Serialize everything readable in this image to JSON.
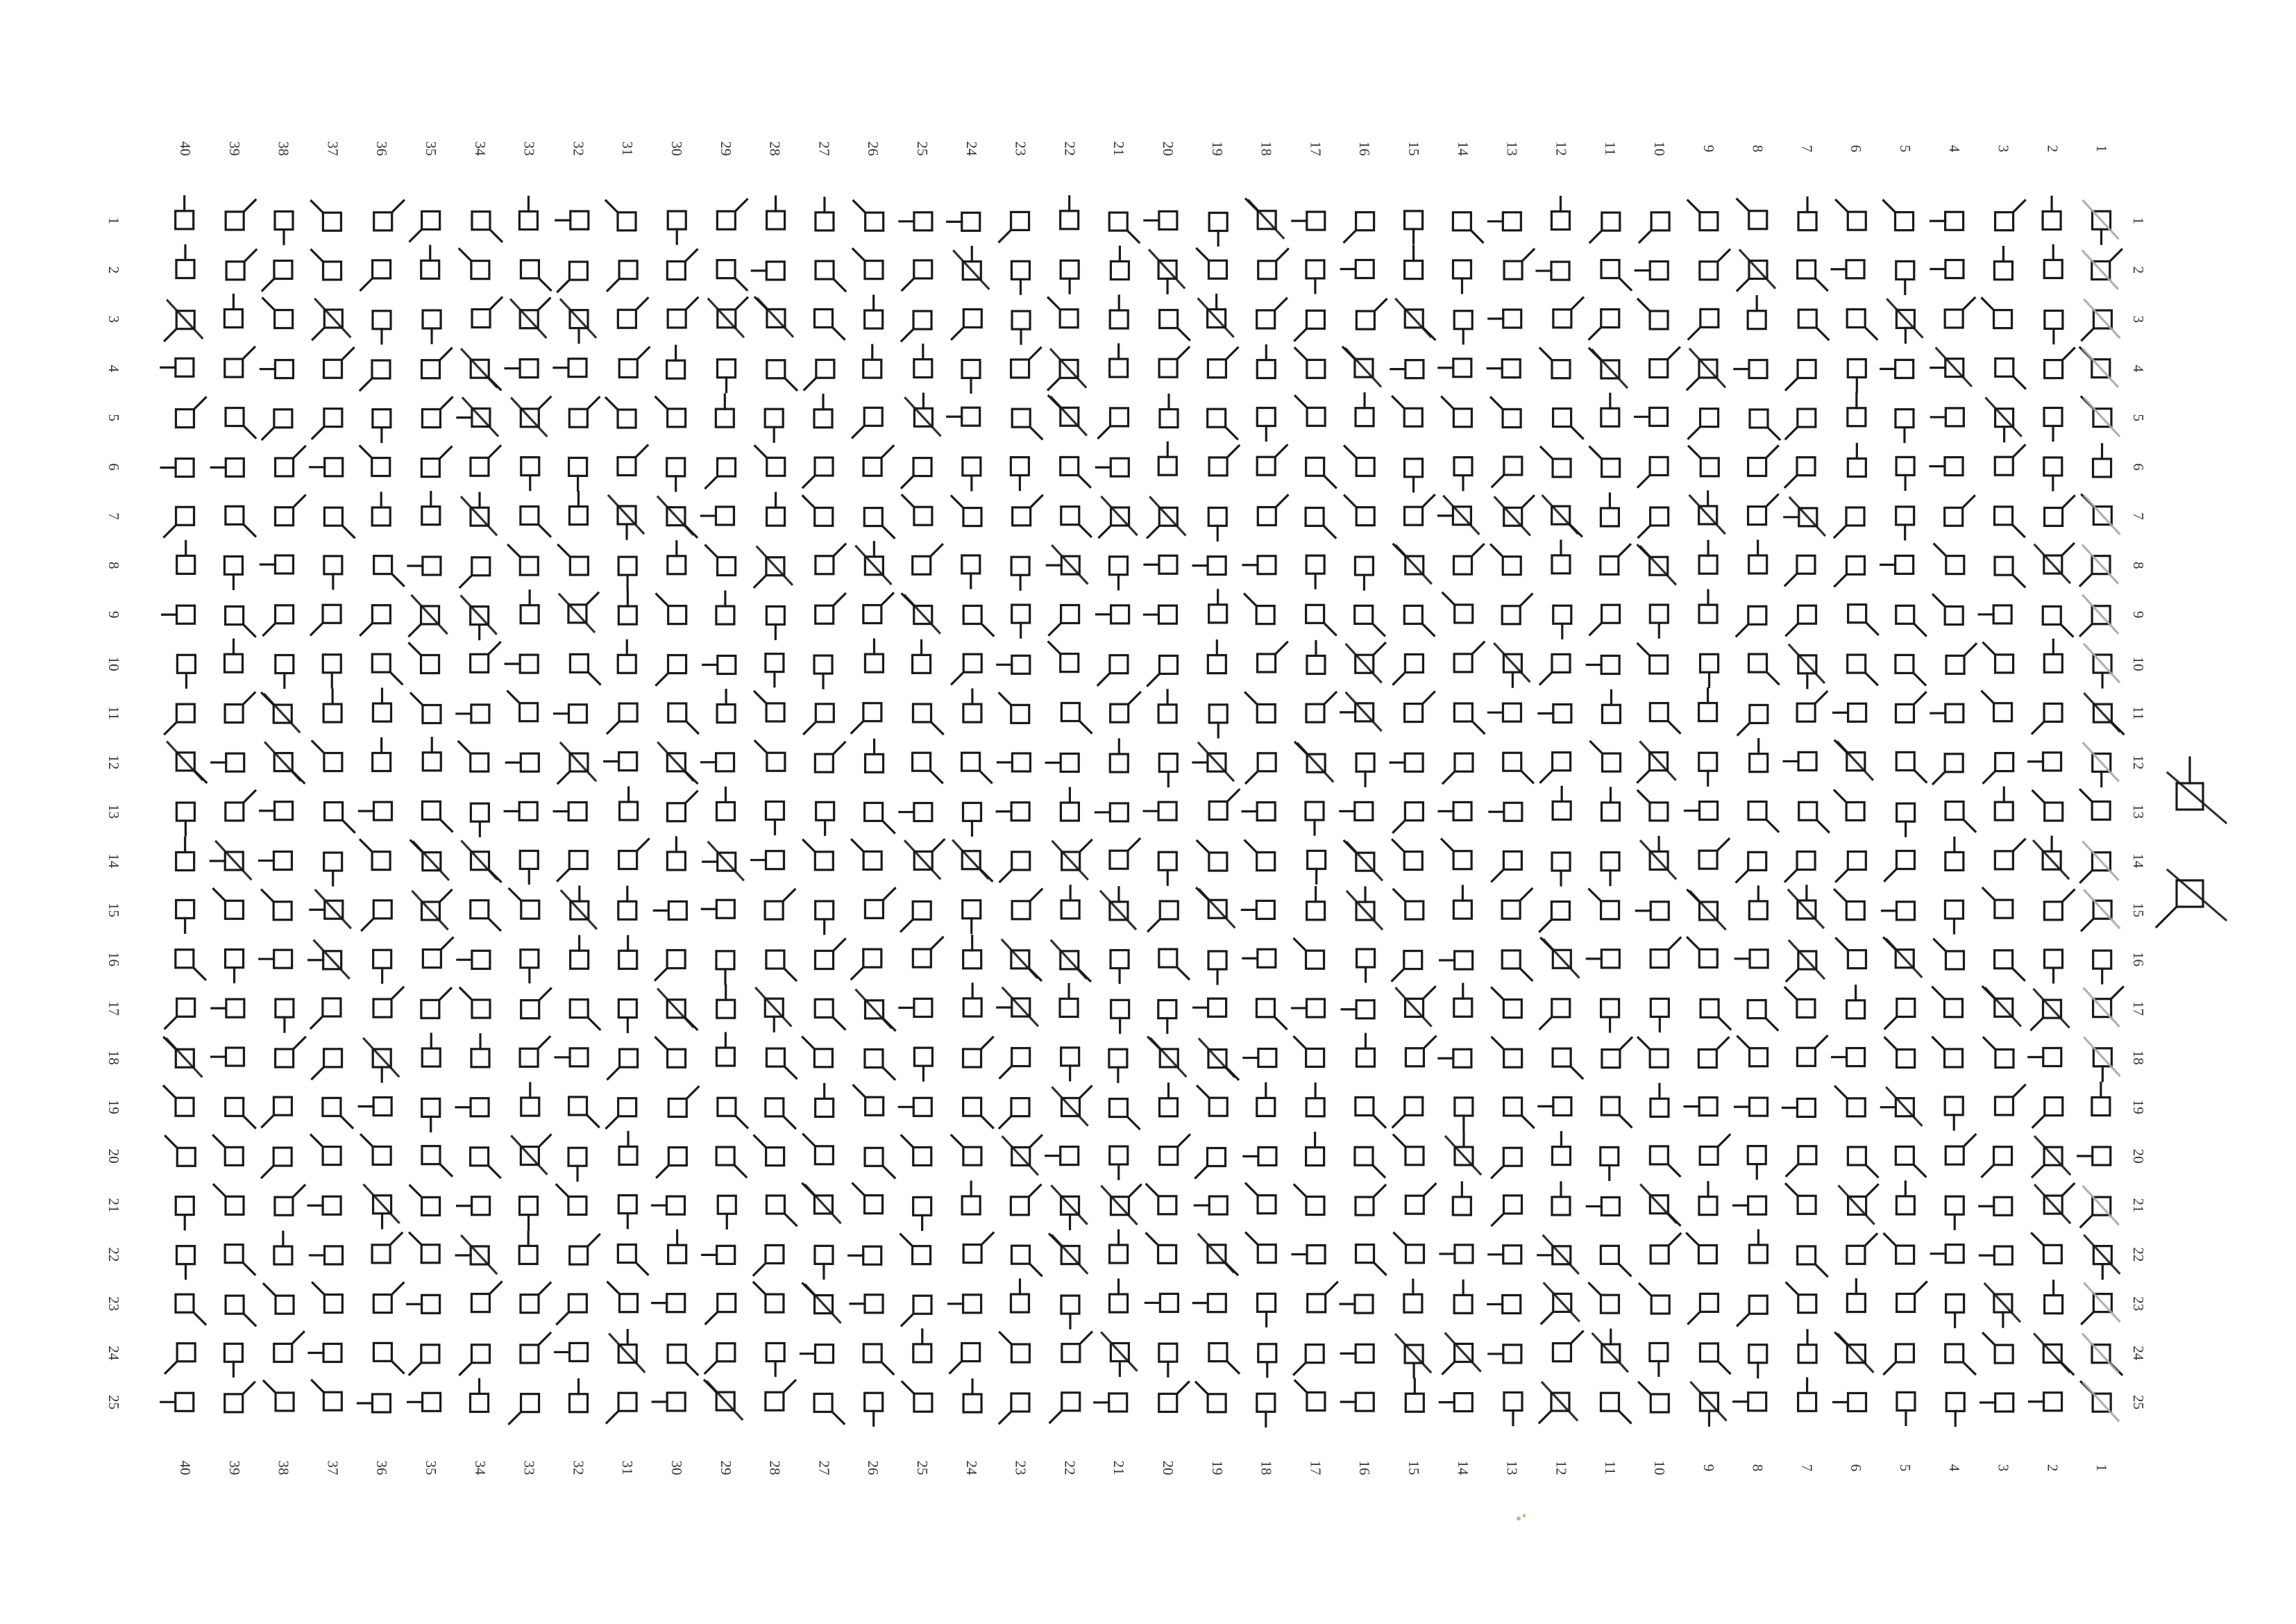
{
  "sheet": {
    "columns": 40,
    "rows": 25,
    "column_labels": [
      "40",
      "39",
      "38",
      "37",
      "36",
      "35",
      "34",
      "33",
      "32",
      "31",
      "30",
      "29",
      "28",
      "27",
      "26",
      "25",
      "24",
      "23",
      "22",
      "21",
      "20",
      "19",
      "18",
      "17",
      "16",
      "15",
      "14",
      "13",
      "12",
      "11",
      "10",
      "9",
      "8",
      "7",
      "6",
      "5",
      "4",
      "3",
      "2",
      "1"
    ],
    "row_labels": [
      "1",
      "2",
      "3",
      "4",
      "5",
      "6",
      "7",
      "8",
      "9",
      "10",
      "11",
      "12",
      "13",
      "14",
      "15",
      "16",
      "17",
      "18",
      "19",
      "20",
      "21",
      "22",
      "23",
      "24",
      "25"
    ],
    "ink_color": "#1a1a1a",
    "mark_color": "#2a4fb8",
    "pale_mark_color": "#a9a9a9",
    "symbol_kinds": [
      "up",
      "left",
      "down",
      "up-right",
      "down-left",
      "down-right",
      "up-left"
    ],
    "pattern_seed": 2137,
    "mark_fraction": 0.12
  },
  "legend": {
    "examples": [
      {
        "symbol": "up",
        "crossed": true
      },
      {
        "symbol": "down-left",
        "crossed": true
      }
    ]
  }
}
